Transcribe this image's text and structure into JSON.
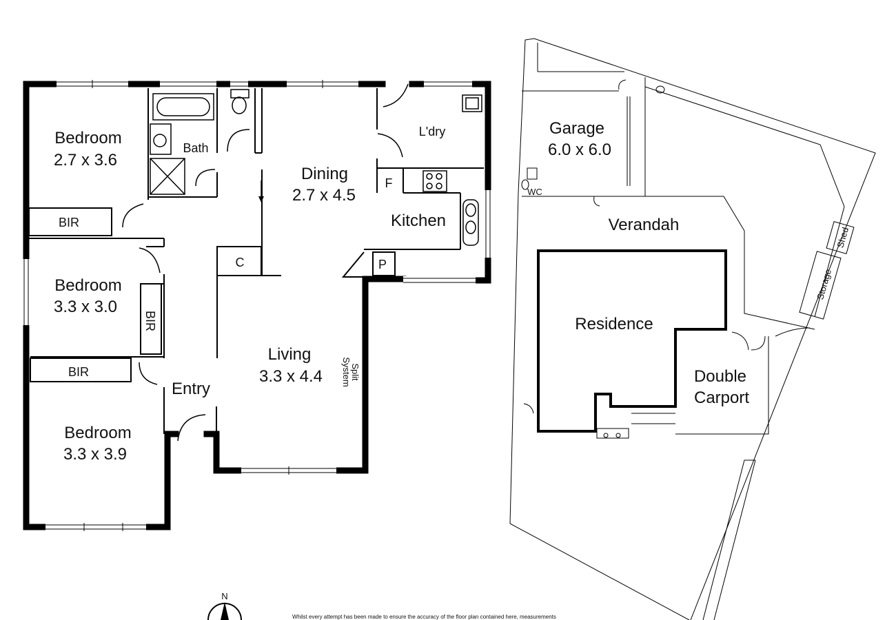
{
  "rooms": {
    "bed1": {
      "name": "Bedroom",
      "size": "2.7 x 3.6"
    },
    "bath": {
      "name": "Bath"
    },
    "dining": {
      "name": "Dining",
      "size": "2.7 x 4.5"
    },
    "laundry": {
      "name": "L'dry"
    },
    "fridge": {
      "name": "F"
    },
    "kitchen": {
      "name": "Kitchen"
    },
    "bir1": {
      "name": "BIR"
    },
    "bed2": {
      "name": "Bedroom",
      "size": "3.3 x 3.0"
    },
    "bir2": {
      "name": "BIR"
    },
    "cupboard": {
      "name": "C"
    },
    "pantry": {
      "name": "P"
    },
    "bir3": {
      "name": "BIR"
    },
    "living": {
      "name": "Living",
      "size": "3.3 x 4.4"
    },
    "split": {
      "line1": "Split",
      "line2": "System"
    },
    "entry": {
      "name": "Entry"
    },
    "bed3": {
      "name": "Bedroom",
      "size": "3.3 x 3.9"
    }
  },
  "site": {
    "garage": {
      "name": "Garage",
      "size": "6.0 x 6.0"
    },
    "wc": "WC",
    "verandah": "Verandah",
    "residence": "Residence",
    "carport": {
      "line1": "Double",
      "line2": "Carport"
    },
    "storage": "Storage",
    "shed": "Shed"
  },
  "compass": "N",
  "disclaimer": "Whilst every attempt has been made to ensure the accuracy of the floor plan contained here, measurements"
}
